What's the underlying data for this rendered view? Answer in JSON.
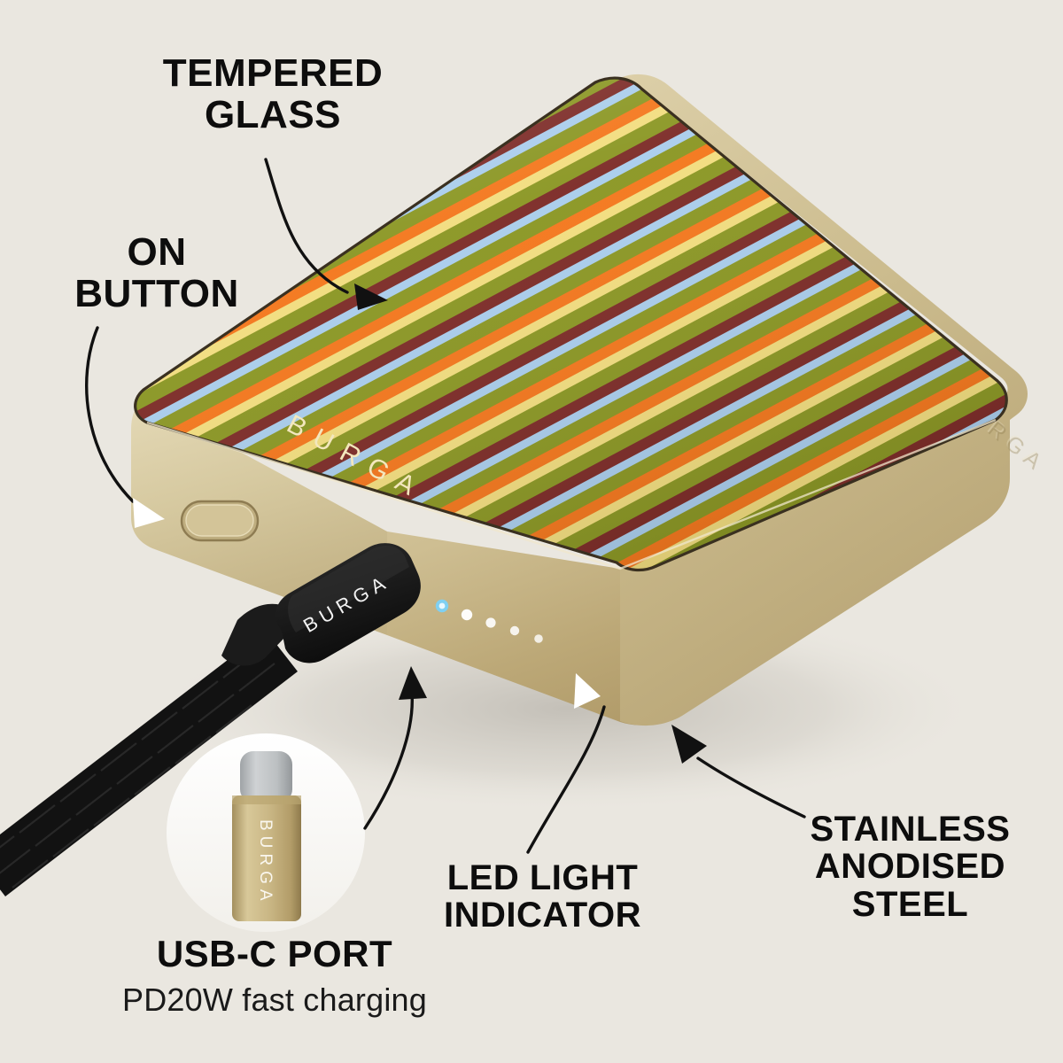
{
  "background_color": "#EAE7E0",
  "product": {
    "brand": "BURGA",
    "type": "power-bank",
    "body_color_gold": "#C9B98A",
    "glass_outline": "#3A3020"
  },
  "annotations": [
    {
      "id": "tempered-glass",
      "text": "TEMPERED\nGLASS",
      "arrow": "black"
    },
    {
      "id": "on-button",
      "text": "ON\nBUTTON",
      "arrow": "white"
    },
    {
      "id": "led-indicator",
      "text": "LED LIGHT\nINDICATOR",
      "arrow": "white"
    },
    {
      "id": "stainless-steel",
      "text": "STAINLESS\nANODISED\nSTEEL",
      "arrow": "black"
    },
    {
      "id": "usb-c-port",
      "text": "USB-C PORT",
      "arrow": "black",
      "sub": "PD20W fast charging"
    }
  ],
  "labels": {
    "tempered_glass": "TEMPERED\nGLASS",
    "on_button": "ON\nBUTTON",
    "led_light_indicator": "LED LIGHT\nINDICATOR",
    "stainless_anodised_steel": "STAINLESS\nANODISED\nSTEEL",
    "usb_c_port": "USB-C PORT",
    "usb_c_sub": "PD20W fast charging"
  },
  "stripe_palette": {
    "orange": "#F4761B",
    "yellow": "#F2DD7E",
    "olive": "#8A9622",
    "maroon": "#7C2A26",
    "blue": "#A9CDEC"
  },
  "stripes": [
    "orange",
    "yellow",
    "olive",
    "maroon",
    "blue",
    "olive",
    "yellow",
    "orange",
    "yellow",
    "maroon",
    "orange",
    "yellow",
    "olive",
    "maroon",
    "blue",
    "olive",
    "yellow",
    "orange",
    "maroon",
    "yellow",
    "olive",
    "blue",
    "maroon",
    "orange",
    "yellow",
    "olive"
  ],
  "led": {
    "count": 5,
    "lit_color": "#6EC8F0",
    "dot_color": "#FFFFFF"
  },
  "cable": {
    "connector_color": "#1A1A1A",
    "connector_text": "BURGA",
    "braid_color": "#121212"
  },
  "inset": {
    "shape": "circle",
    "bg": "#FFFFFF",
    "adapter_metal": "#C8B78C",
    "adapter_tip": "#B9BCBE",
    "adapter_text": "BURGA"
  }
}
